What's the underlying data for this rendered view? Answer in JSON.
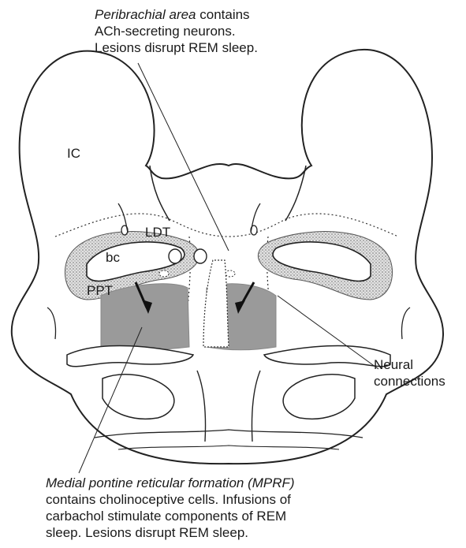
{
  "top_caption": {
    "italic": "Peribrachial area",
    "rest_line1": " contains",
    "line2": "ACh-secreting neurons.",
    "line3": "Lesions disrupt REM sleep."
  },
  "labels": {
    "ic": "IC",
    "ldt": "LDT",
    "bc": "bc",
    "ppt": "PPT",
    "neural_line1": "Neural",
    "neural_line2": "connections"
  },
  "bottom_caption": {
    "italic": "Medial pontine reticular formation (MPRF)",
    "line2": "contains cholinoceptive cells. Infusions of",
    "line3": "carbachol stimulate components of REM",
    "line4": "sleep. Lesions disrupt REM sleep."
  },
  "colors": {
    "outline": "#222222",
    "mprf_fill": "#9a9a9a",
    "stipple_fill": "#c8c8c8",
    "background": "#ffffff"
  }
}
